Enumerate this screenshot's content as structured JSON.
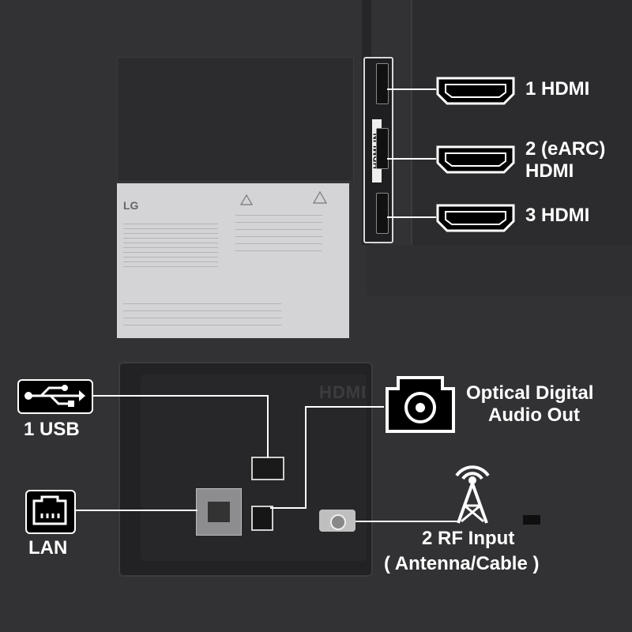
{
  "hdmi": {
    "strip_label": "HDMI IN",
    "ports": [
      {
        "label": "1 HDMI"
      },
      {
        "label_line1": "2 (eARC)",
        "label_line2": "HDMI"
      },
      {
        "label": "3 HDMI"
      }
    ]
  },
  "usb": {
    "label": "1 USB"
  },
  "lan": {
    "label": "LAN"
  },
  "optical": {
    "label_line1": "Optical Digital",
    "label_line2": "Audio Out"
  },
  "rf": {
    "label_line1": "2 RF Input",
    "label_line2": "( Antenna/Cable )"
  },
  "brand": {
    "logo": "LG"
  },
  "colors": {
    "background": "#323235",
    "callout": "#ffffff",
    "panel": "#222224"
  }
}
